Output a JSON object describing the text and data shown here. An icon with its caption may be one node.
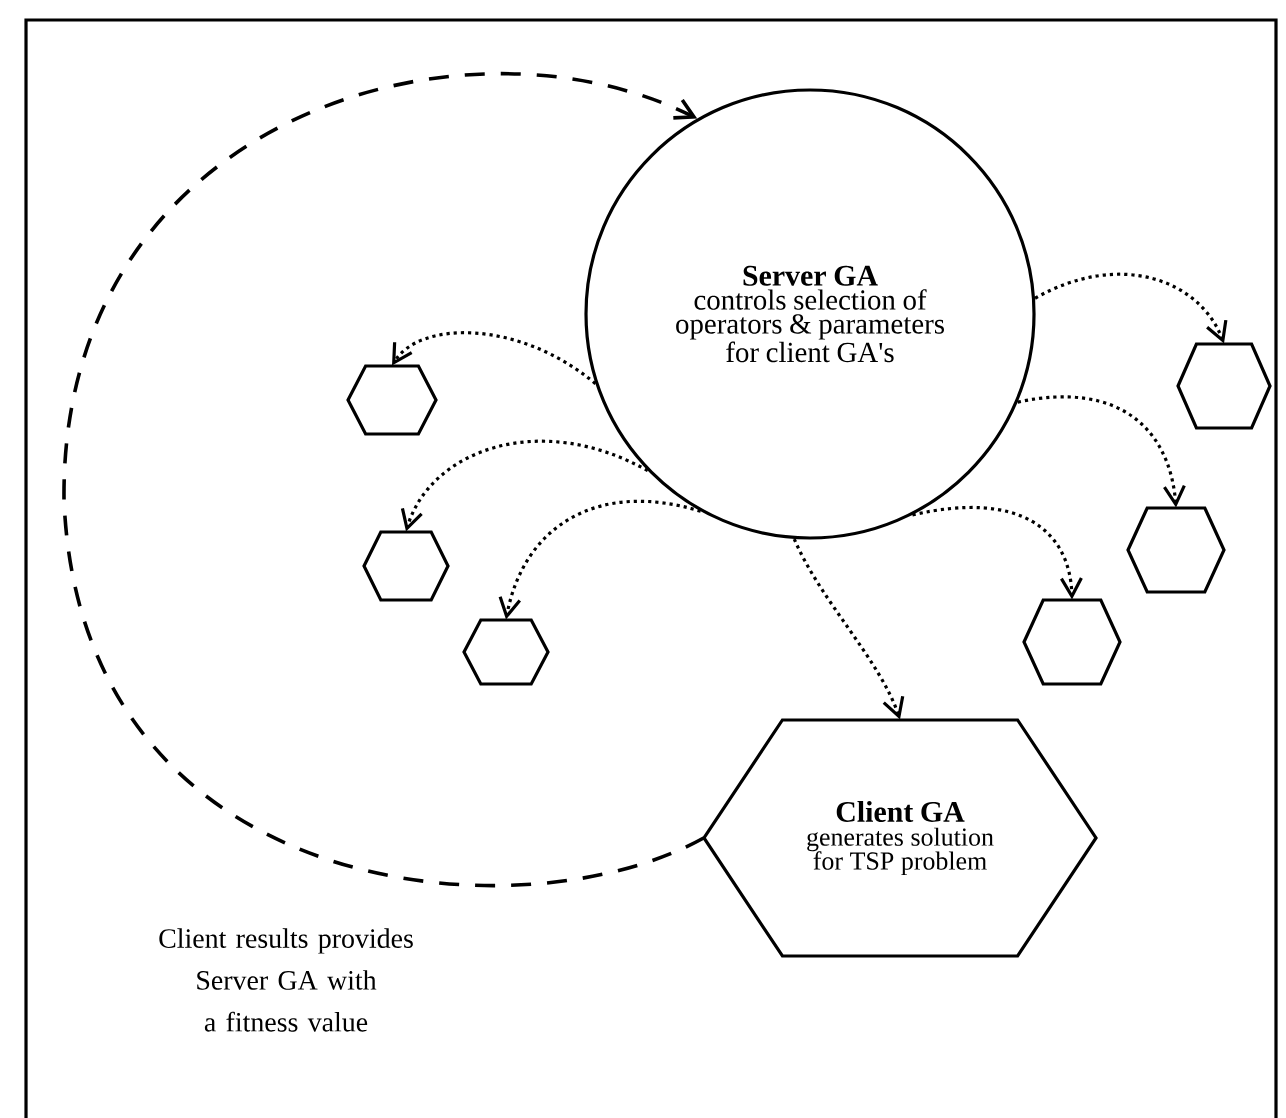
{
  "diagram": {
    "nodes": [
      {
        "text": [
          "Server GA",
          "controls selection of operators & parameters for client GA's"
        ]
      },
      {
        "text": [],
        "shape": "hexagon"
      },
      {
        "text": [],
        "shape": "hexagon"
      },
      {
        "text": [],
        "shape": "hexagon"
      },
      {
        "text": [],
        "shape": "hexagon"
      },
      {
        "text": [],
        "shape": "hexagon"
      },
      {
        "text": [],
        "shape": "hexagon"
      },
      {
        "text": [
          "Client GA",
          "generates solution for TSP problem"
        ]
      }
    ],
    "edges": [
      {
        "from": 0,
        "to": 1,
        "arrow": "to"
      },
      {
        "from": 0,
        "to": 2,
        "arrow": "to"
      },
      {
        "from": 0,
        "to": 3,
        "arrow": "to"
      },
      {
        "from": 0,
        "to": 4,
        "arrow": "to"
      },
      {
        "from": 0,
        "to": 5,
        "arrow": "to"
      },
      {
        "from": 0,
        "to": 6,
        "arrow": "to"
      },
      {
        "from": 0,
        "to": 7,
        "arrow": "to"
      },
      {
        "from": 7,
        "to": 0,
        "arrow": "to",
        "style": "dashed",
        "label": "Client results provides Server GA with a fitness value"
      }
    ]
  }
}
